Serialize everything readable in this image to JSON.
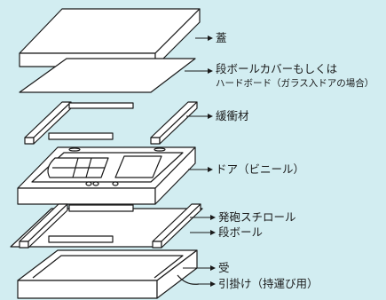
{
  "labels": {
    "lid": "蓋",
    "cardboard_cover": "段ボールカバーもしくは",
    "hardboard_note": "ハードボード（ガラス入ドアの場合）",
    "cushion": "緩衝材",
    "door": "ドア（ビニール）",
    "styrofoam": "発砲スチロール",
    "cardboard": "段ボール",
    "tray": "受",
    "handle": "引掛け（持運び用）"
  },
  "colors": {
    "background": "#d2edf1",
    "line": "#1a1a1a",
    "part_fill": "#ffffff"
  }
}
